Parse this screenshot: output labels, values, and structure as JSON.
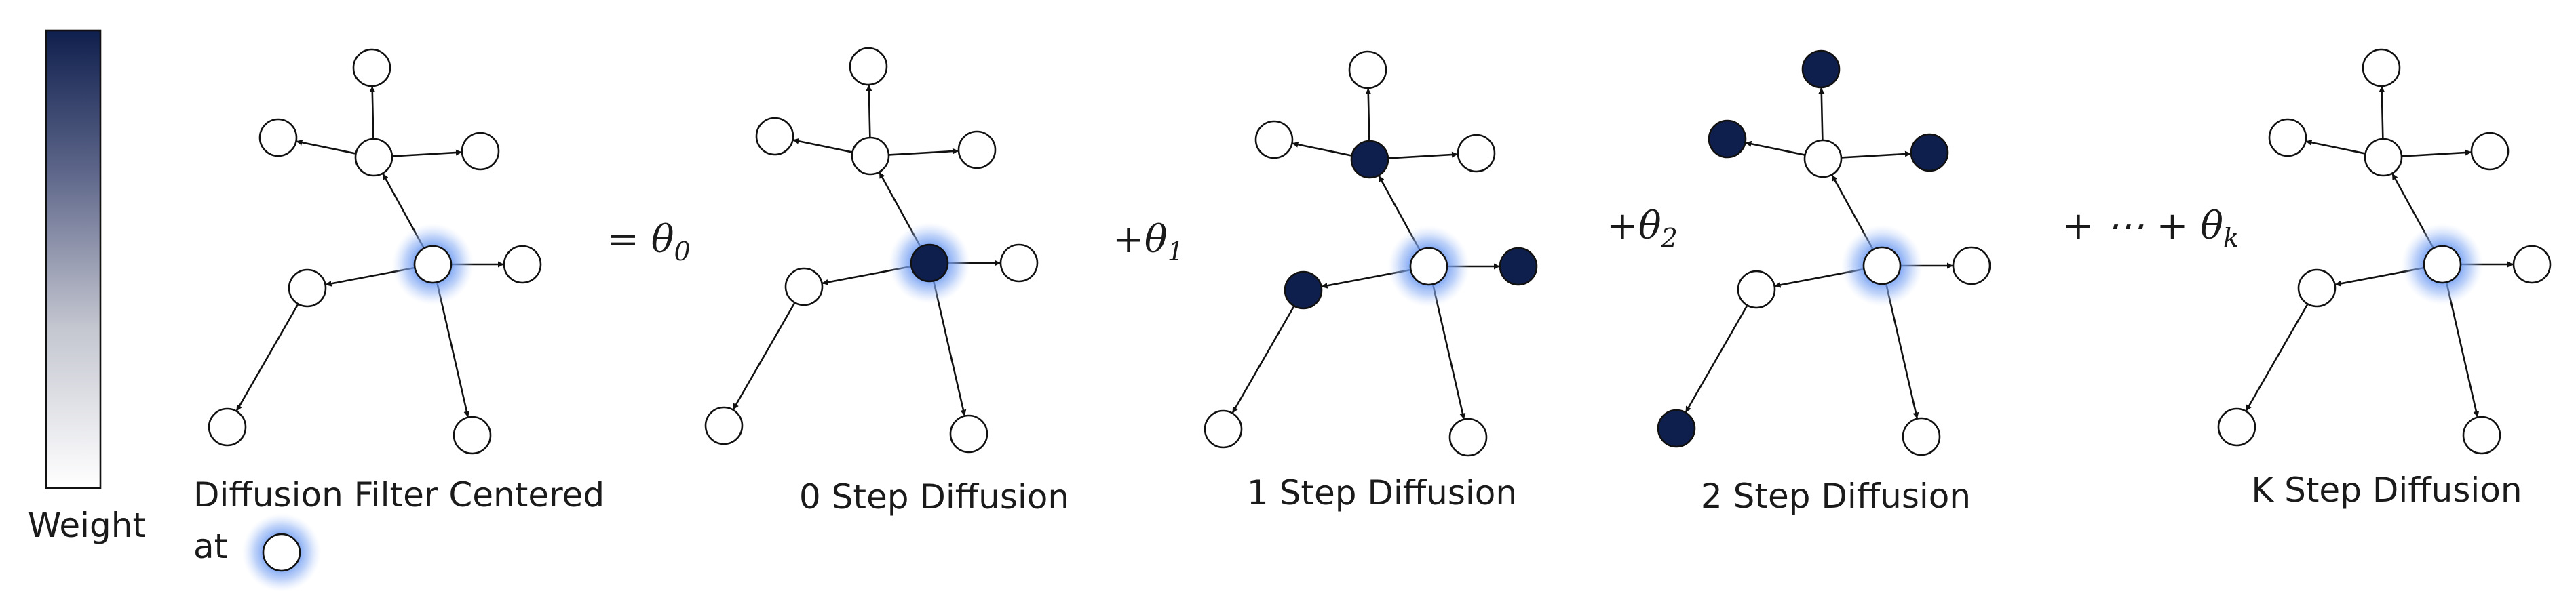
{
  "colors": {
    "weight_high": "#0f1f4d",
    "weight_low": "#ffffff",
    "center_glow": "#5b8ef0",
    "node_active": "#0f1f4d",
    "node_inactive": "#ffffff"
  },
  "legend": {
    "label": "Weight"
  },
  "panels": [
    {
      "caption": "Diffusion Filter Centered",
      "caption_line2": "at",
      "coefficient": "",
      "active_nodes": []
    },
    {
      "caption": "0 Step Diffusion",
      "coefficient": "= θ",
      "coefficient_sub": "0",
      "active_nodes": [
        "center"
      ]
    },
    {
      "caption": "1 Step Diffusion",
      "coefficient": "+θ",
      "coefficient_sub": "1",
      "active_nodes": [
        "hub",
        "leaf_right",
        "mid_left"
      ]
    },
    {
      "caption": "2 Step Diffusion",
      "coefficient": "+θ",
      "coefficient_sub": "2",
      "active_nodes": [
        "top",
        "up_left",
        "up_right",
        "bottom_left"
      ]
    },
    {
      "caption": "K Step Diffusion",
      "coefficient": "+ ⋯ + θ",
      "coefficient_sub": "k",
      "active_nodes": []
    }
  ]
}
